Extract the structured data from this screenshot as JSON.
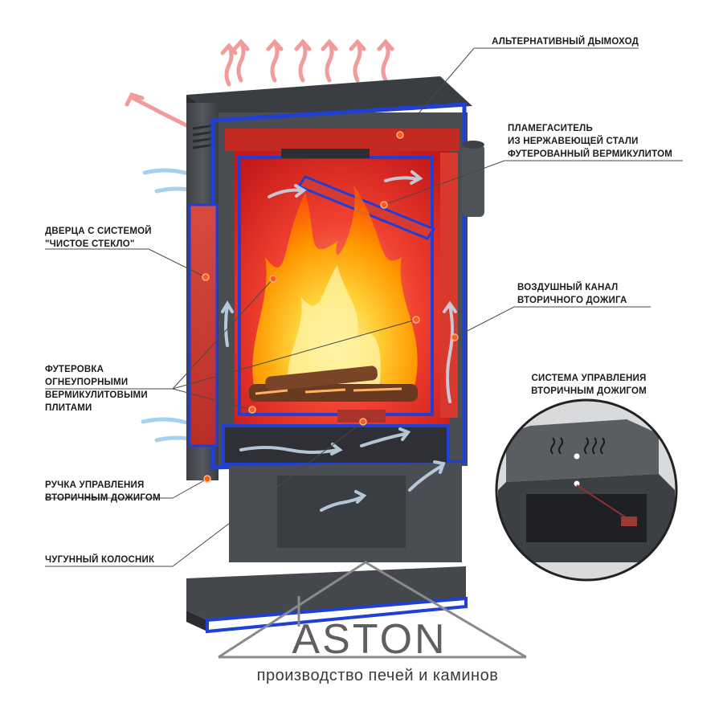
{
  "labels": {
    "alt_chimney": [
      "АЛЬТЕРНАТИВНЫЙ ДЫМОХОД"
    ],
    "flame_arrester": [
      "ПЛАМЕГАСИТЕЛЬ",
      "ИЗ НЕРЖАВЕЮЩЕЙ СТАЛИ",
      "ФУТЕРОВАННЫЙ ВЕРМИКУЛИТОМ"
    ],
    "door_clean_glass": [
      "ДВЕРЦА С СИСТЕМОЙ",
      "\"ЧИСТОЕ СТЕКЛО\""
    ],
    "secondary_air_channel": [
      "ВОЗДУШНЫЙ КАНАЛ",
      "ВТОРИЧНОГО ДОЖИГА"
    ],
    "refractory_lining": [
      "ФУТЕРОВКА",
      "ОГНЕУПОРНЫМИ",
      "ВЕРМИКУЛИТОВЫМИ",
      "ПЛИТАМИ"
    ],
    "secondary_control_system": [
      "СИСТЕМА УПРАВЛЕНИЯ",
      "ВТОРИЧНЫМ ДОЖИГОМ"
    ],
    "secondary_control_handle": [
      "РУЧКА УПРАВЛЕНИЯ",
      "ВТОРИЧНЫМ ДОЖИГОМ"
    ],
    "cast_iron_grate": [
      "ЧУГУННЫЙ КОЛОСНИК"
    ]
  },
  "brand": {
    "name": "ASTON",
    "tagline": "производство печей и каминов"
  },
  "colors": {
    "frame": "#4a4d52",
    "outline": "#1f3fd6",
    "firebox": "#e5302a",
    "flame": "#ffb000",
    "hot_air": "#f08080",
    "cold_air": "#8cc4ee",
    "marker": "#ff3300"
  }
}
